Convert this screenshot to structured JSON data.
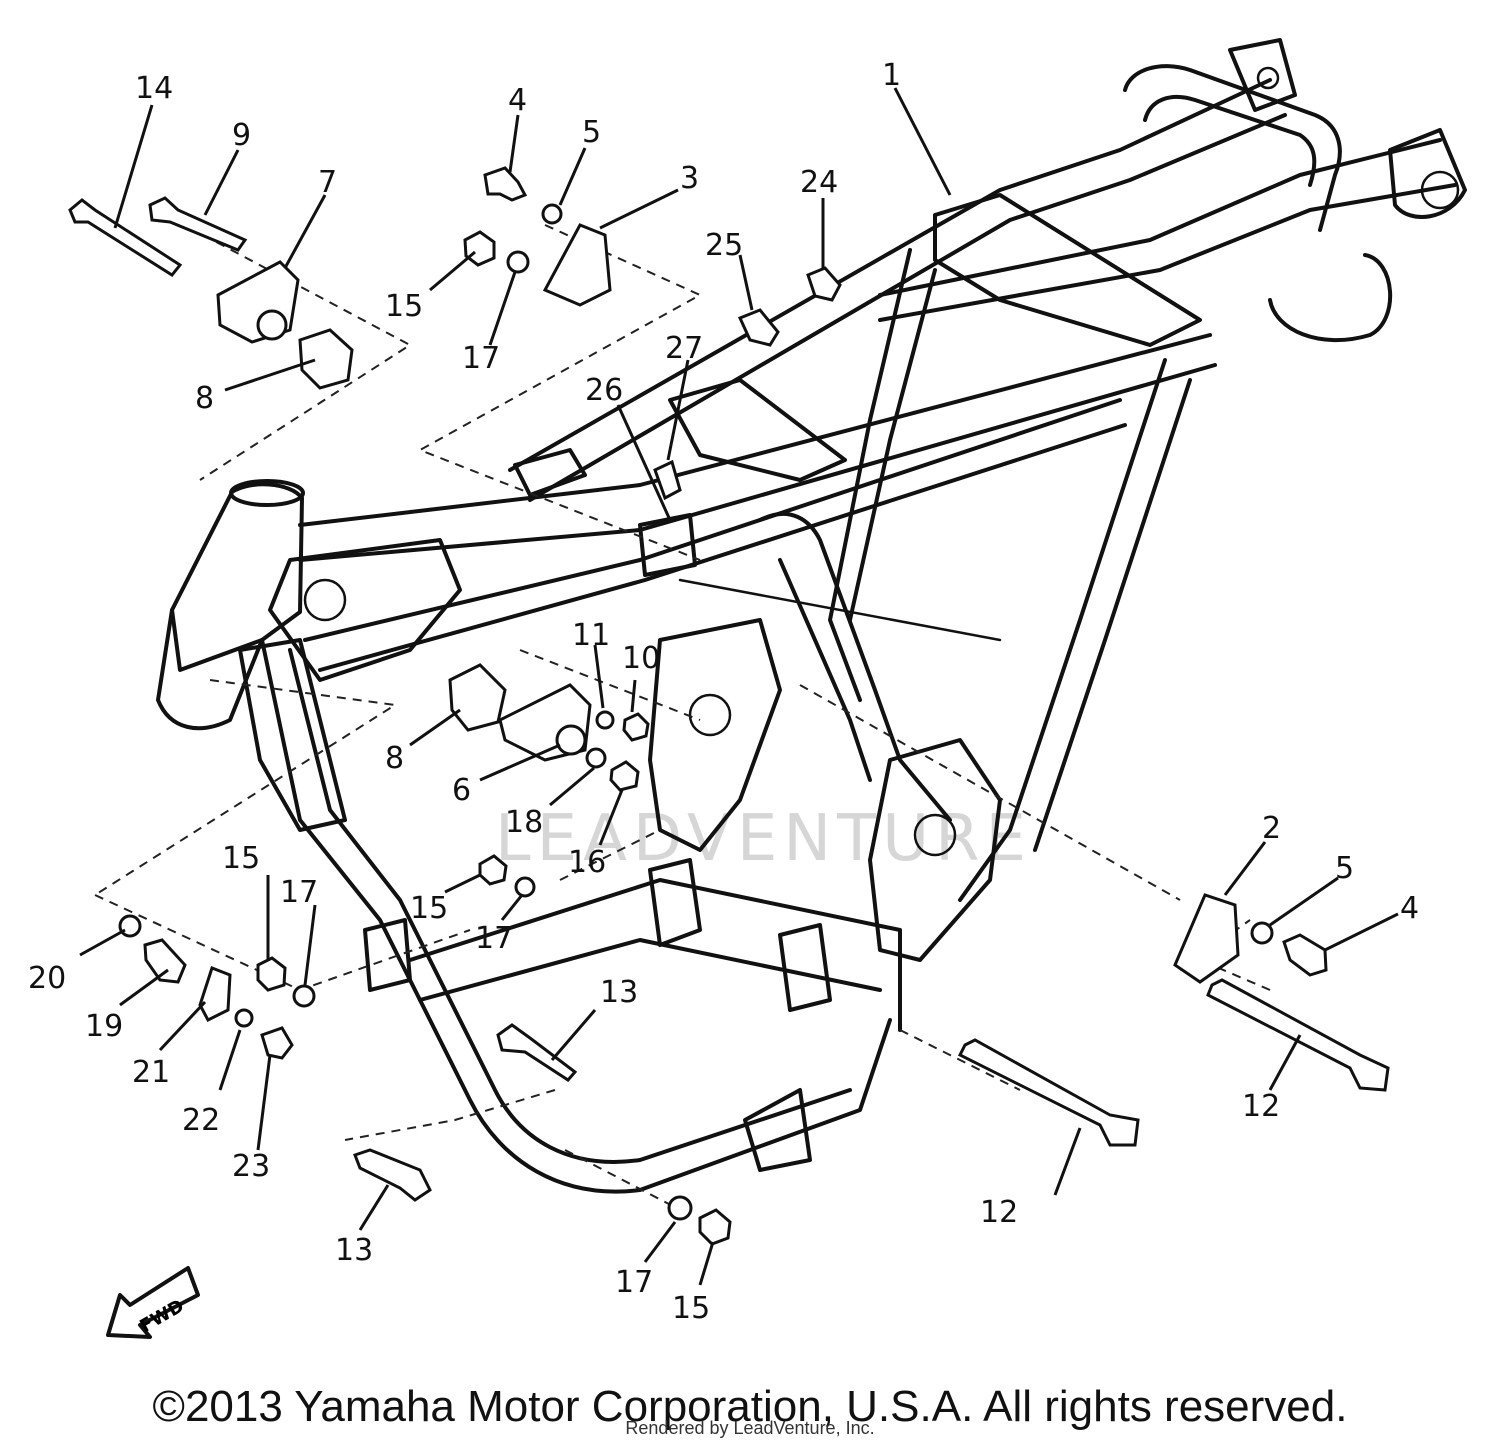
{
  "diagram": {
    "watermark": "LEADVENTURE",
    "fwd_label": "FWD",
    "callouts": [
      {
        "id": "c1",
        "text": "1"
      },
      {
        "id": "c2",
        "text": "2"
      },
      {
        "id": "c3",
        "text": "3"
      },
      {
        "id": "c4a",
        "text": "4"
      },
      {
        "id": "c4b",
        "text": "4"
      },
      {
        "id": "c5a",
        "text": "5"
      },
      {
        "id": "c5b",
        "text": "5"
      },
      {
        "id": "c6",
        "text": "6"
      },
      {
        "id": "c7",
        "text": "7"
      },
      {
        "id": "c8a",
        "text": "8"
      },
      {
        "id": "c8b",
        "text": "8"
      },
      {
        "id": "c9",
        "text": "9"
      },
      {
        "id": "c10",
        "text": "10"
      },
      {
        "id": "c11",
        "text": "11"
      },
      {
        "id": "c12a",
        "text": "12"
      },
      {
        "id": "c12b",
        "text": "12"
      },
      {
        "id": "c13a",
        "text": "13"
      },
      {
        "id": "c13b",
        "text": "13"
      },
      {
        "id": "c14",
        "text": "14"
      },
      {
        "id": "c15a",
        "text": "15"
      },
      {
        "id": "c15b",
        "text": "15"
      },
      {
        "id": "c15c",
        "text": "15"
      },
      {
        "id": "c15d",
        "text": "15"
      },
      {
        "id": "c16",
        "text": "16"
      },
      {
        "id": "c17a",
        "text": "17"
      },
      {
        "id": "c17b",
        "text": "17"
      },
      {
        "id": "c17c",
        "text": "17"
      },
      {
        "id": "c17d",
        "text": "17"
      },
      {
        "id": "c18",
        "text": "18"
      },
      {
        "id": "c19",
        "text": "19"
      },
      {
        "id": "c20",
        "text": "20"
      },
      {
        "id": "c21",
        "text": "21"
      },
      {
        "id": "c22",
        "text": "22"
      },
      {
        "id": "c23",
        "text": "23"
      },
      {
        "id": "c24",
        "text": "24"
      },
      {
        "id": "c25",
        "text": "25"
      },
      {
        "id": "c26",
        "text": "26"
      },
      {
        "id": "c27",
        "text": "27"
      }
    ]
  },
  "footer": {
    "copyright": "©2013 Yamaha Motor Corporation, U.S.A. All rights reserved.",
    "rendered_by": "Rendered by LeadVenture, Inc."
  }
}
